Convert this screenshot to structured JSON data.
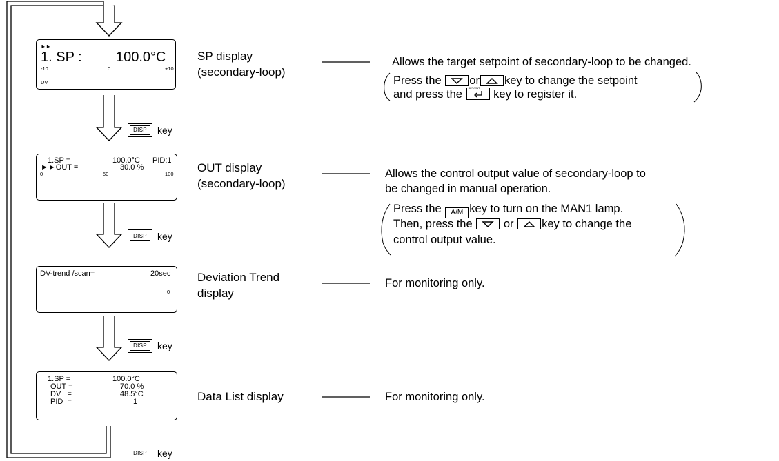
{
  "diagram": {
    "loop_key": {
      "cap": "DISP",
      "word": "key"
    },
    "screens": [
      {
        "name": "SP display",
        "name2": "(secondary-loop)",
        "panel": {
          "marker": "►►",
          "sp_label": "1. SP :",
          "sp_value": "100.0°C",
          "scale_left": "-10",
          "scale_mid": "0",
          "scale_right": "+10",
          "bar_label": "DV"
        },
        "description": [
          "Allows the target setpoint of secondary-loop to be changed.",
          "Press the",
          "or",
          "key to change the setpoint",
          "and press the",
          "key to register it."
        ],
        "inline_keys": [
          "down-key",
          "up-key",
          "set-ent-key"
        ],
        "set_ent_cap": "SET/ENT"
      },
      {
        "name": "OUT display",
        "name2": "(secondary-loop)",
        "panel": {
          "row1_label": "1.SP =",
          "row1_value": "100.0°C",
          "row1_extra": "PID:1",
          "row2_label": "►►OUT =",
          "row2_value": "30.0 %",
          "scale_left": "0",
          "scale_mid": "50",
          "scale_right": "100"
        },
        "description": [
          "Allows the control output value of secondary-loop to",
          "be changed in manual operation.",
          "Press the",
          "key to turn on the MAN1 lamp.",
          "Then, press the",
          "or",
          "key to change the",
          "control output value."
        ],
        "am_cap": "A/M"
      },
      {
        "name": "Deviation Trend",
        "name2": "display",
        "panel": {
          "title": "DV-trend  /scan=",
          "scan": "20sec",
          "zero": "0"
        },
        "description": [
          "For monitoring only."
        ]
      },
      {
        "name": "Data List display",
        "panel": {
          "rows": [
            {
              "label": "1.SP =",
              "value": "100.0°C"
            },
            {
              "label": "OUT =",
              "value": "70.0 %"
            },
            {
              "label": "DV   =",
              "value": "48.5°C"
            },
            {
              "label": "PID  =",
              "value": "1"
            }
          ]
        },
        "description": [
          "For monitoring only."
        ]
      }
    ]
  }
}
